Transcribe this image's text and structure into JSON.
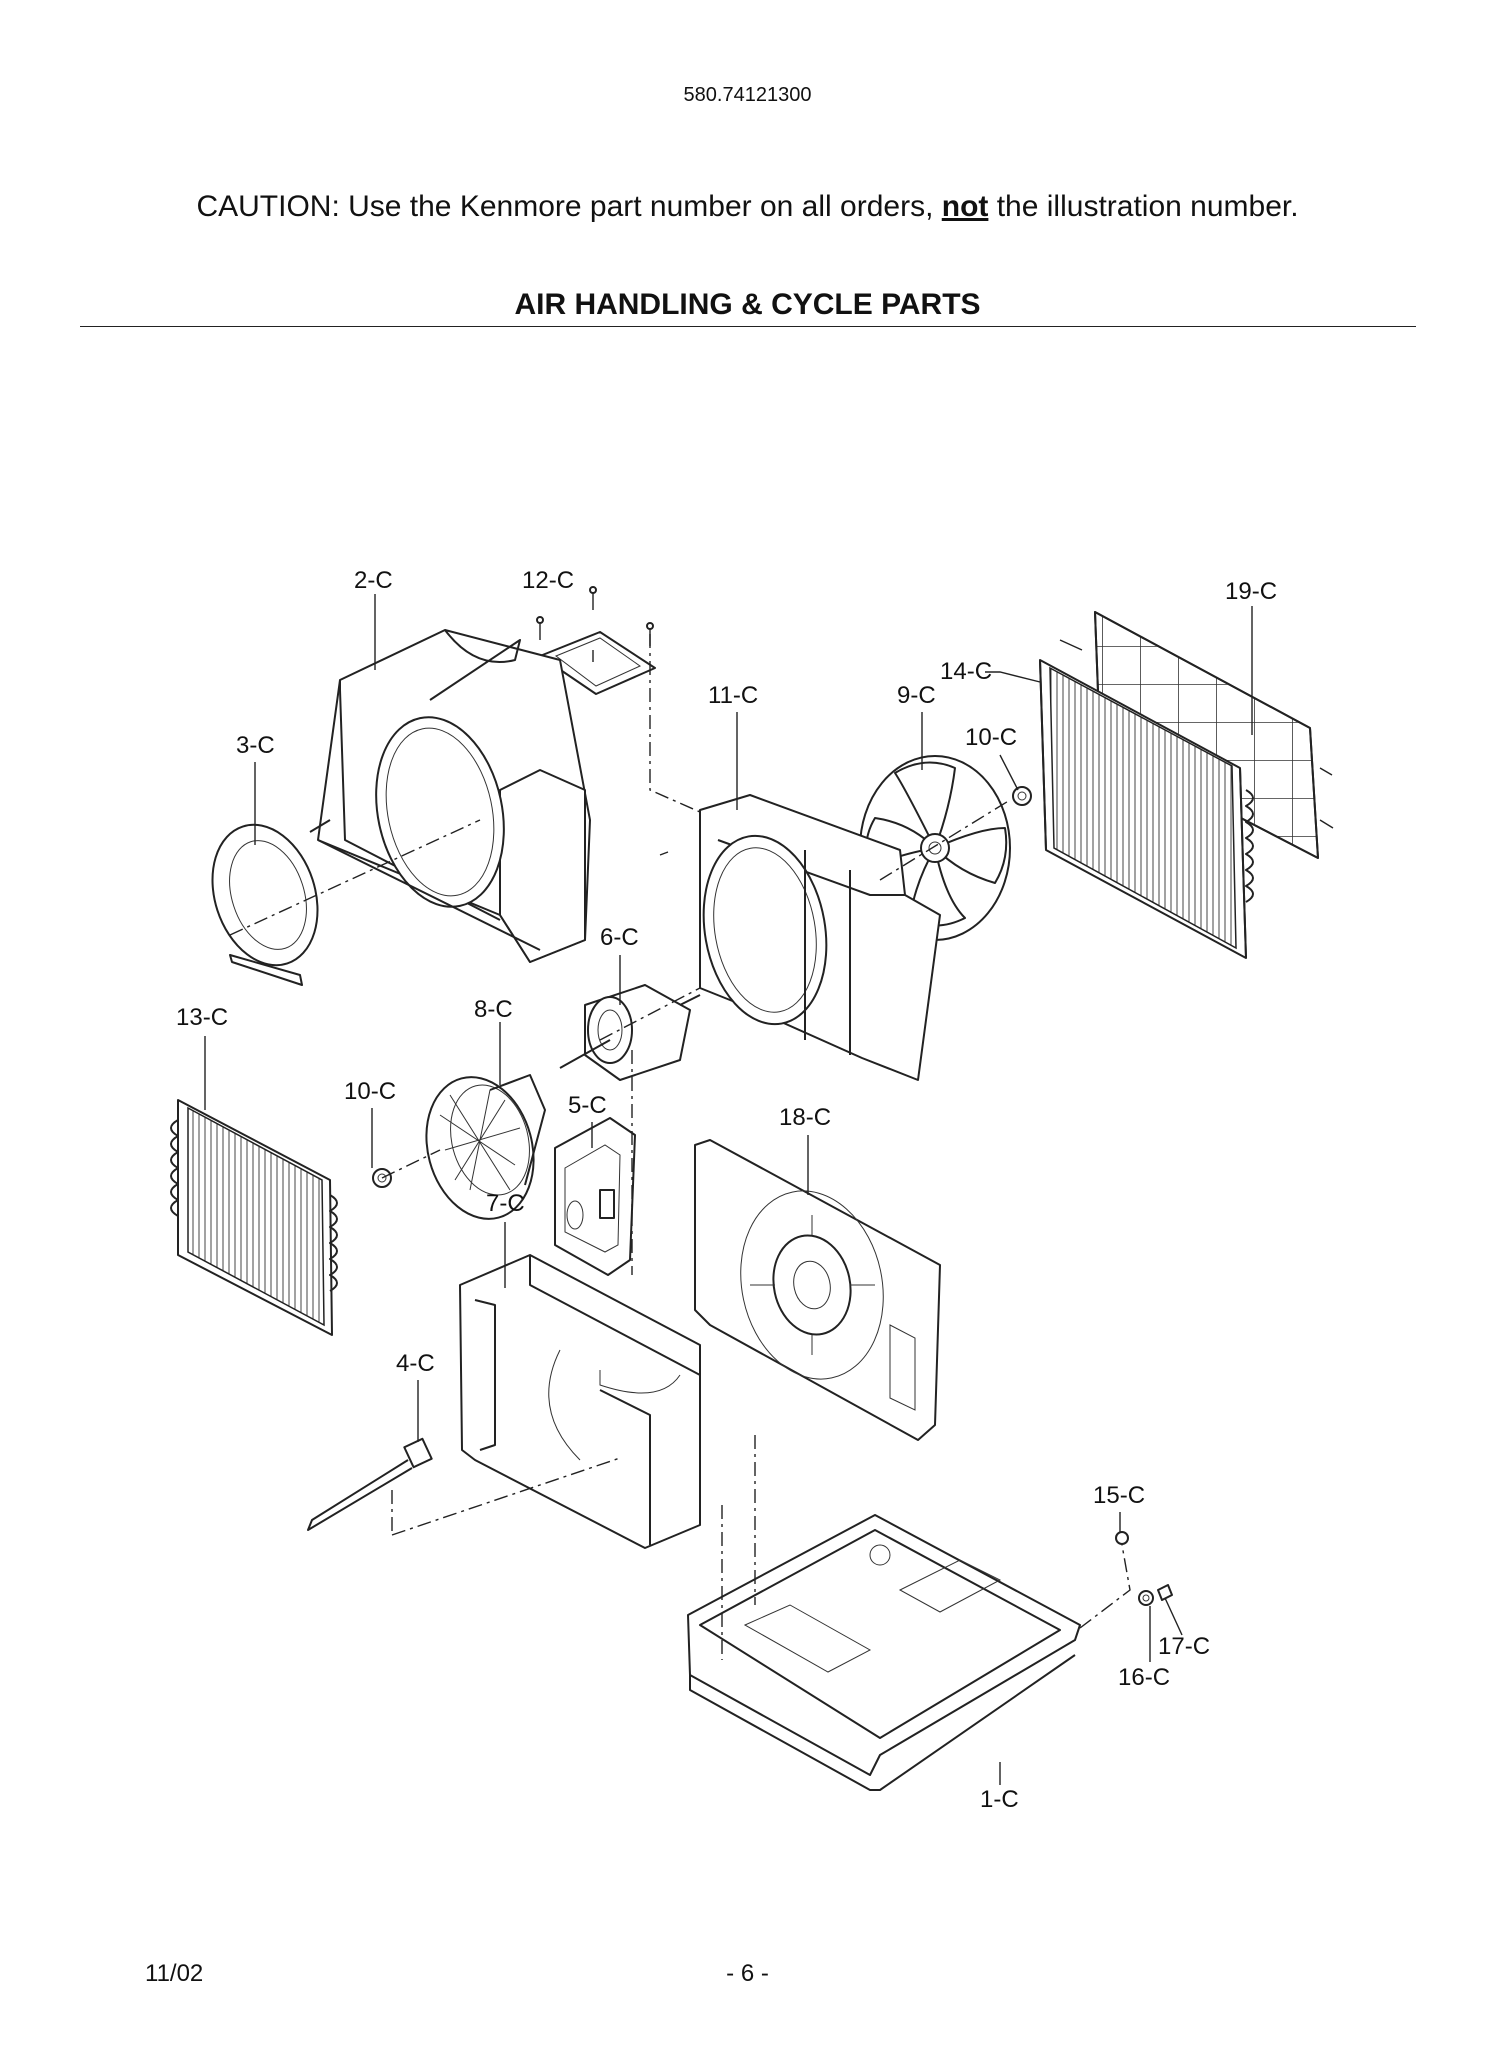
{
  "header": {
    "model_number": "580.74121300",
    "caution_prefix": "CAUTION: Use the Kenmore part number on all orders, ",
    "caution_emphasis": "not",
    "caution_suffix": " the illustration number.",
    "section_title": "AIR HANDLING & CYCLE PARTS"
  },
  "callouts": {
    "c1": "1-C",
    "c2": "2-C",
    "c3": "3-C",
    "c4": "4-C",
    "c5": "5-C",
    "c6": "6-C",
    "c7": "7-C",
    "c8": "8-C",
    "c9": "9-C",
    "c10a": "10-C",
    "c10b": "10-C",
    "c11": "11-C",
    "c12": "12-C",
    "c13": "13-C",
    "c14": "14-C",
    "c15": "15-C",
    "c16": "16-C",
    "c17": "17-C",
    "c18": "18-C",
    "c19": "19-C"
  },
  "footer": {
    "date": "11/02",
    "page": "- 6 -"
  }
}
